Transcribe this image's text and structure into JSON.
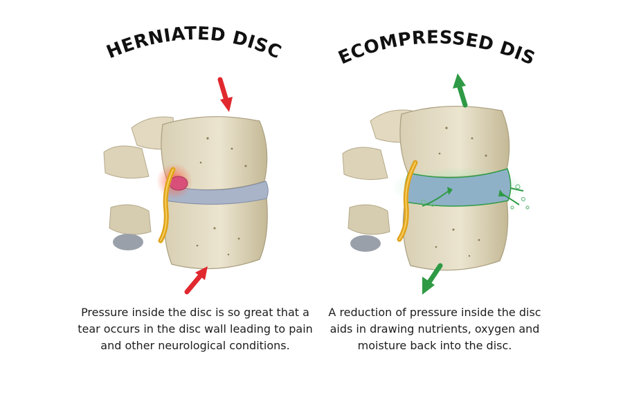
{
  "colors": {
    "bone": "#e4dcc4",
    "bone_shadow": "#b9ae8f",
    "disc_normal": "#a9b4c9",
    "disc_decompressed": "#8fb1c8",
    "herniation": "#d8507a",
    "nerve": "#e0a21a",
    "arrow_red": "#e0282e",
    "arrow_green": "#2f9a45",
    "glow_green": "#7fd49a"
  },
  "panels": {
    "left": {
      "title": "HERNIATED DISC",
      "caption": "Pressure inside the disc is so great that a tear occurs in the disc wall leading to pain and other neurological conditions."
    },
    "right": {
      "title": "DECOMPRESSED DISC",
      "caption": "A reduction of pressure inside the disc aids in drawing nutrients, oxygen and moisture back into the disc."
    }
  }
}
